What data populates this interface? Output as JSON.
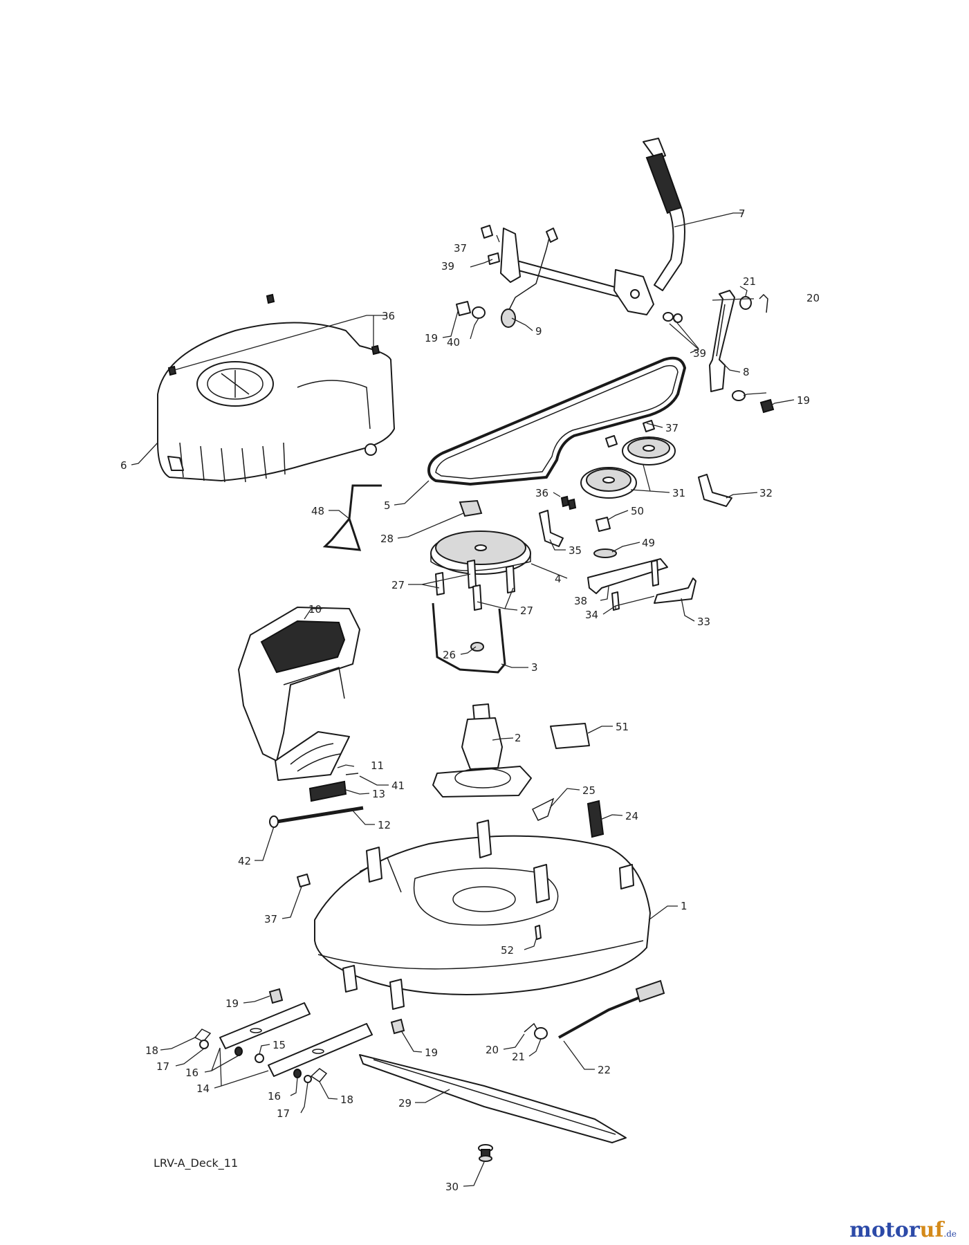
{
  "caption": "LRV-A_Deck_11",
  "watermark": {
    "part1": "motor",
    "part2": "uf",
    "tld": ".de",
    "primary_color": "#2c4aa8",
    "accent_color": "#d48a1a"
  },
  "parts": {
    "p1": "1",
    "p2": "2",
    "p3": "3",
    "p4": "4",
    "p5": "5",
    "p6": "6",
    "p7": "7",
    "p8": "8",
    "p9": "9",
    "p10": "10",
    "p11": "11",
    "p12": "12",
    "p13": "13",
    "p14": "14",
    "p15": "15",
    "p16": "16",
    "p17": "17",
    "p18": "18",
    "p19": "19",
    "p20": "20",
    "p21": "21",
    "p22": "22",
    "p24": "24",
    "p25": "25",
    "p26": "26",
    "p27": "27",
    "p28": "28",
    "p29": "29",
    "p30": "30",
    "p31": "31",
    "p32": "32",
    "p33": "33",
    "p34": "34",
    "p35": "35",
    "p36": "36",
    "p37": "37",
    "p38": "38",
    "p39": "39",
    "p40": "40",
    "p41": "41",
    "p42": "42",
    "p48": "48",
    "p49": "49",
    "p50": "50",
    "p51": "51",
    "p52": "52"
  }
}
